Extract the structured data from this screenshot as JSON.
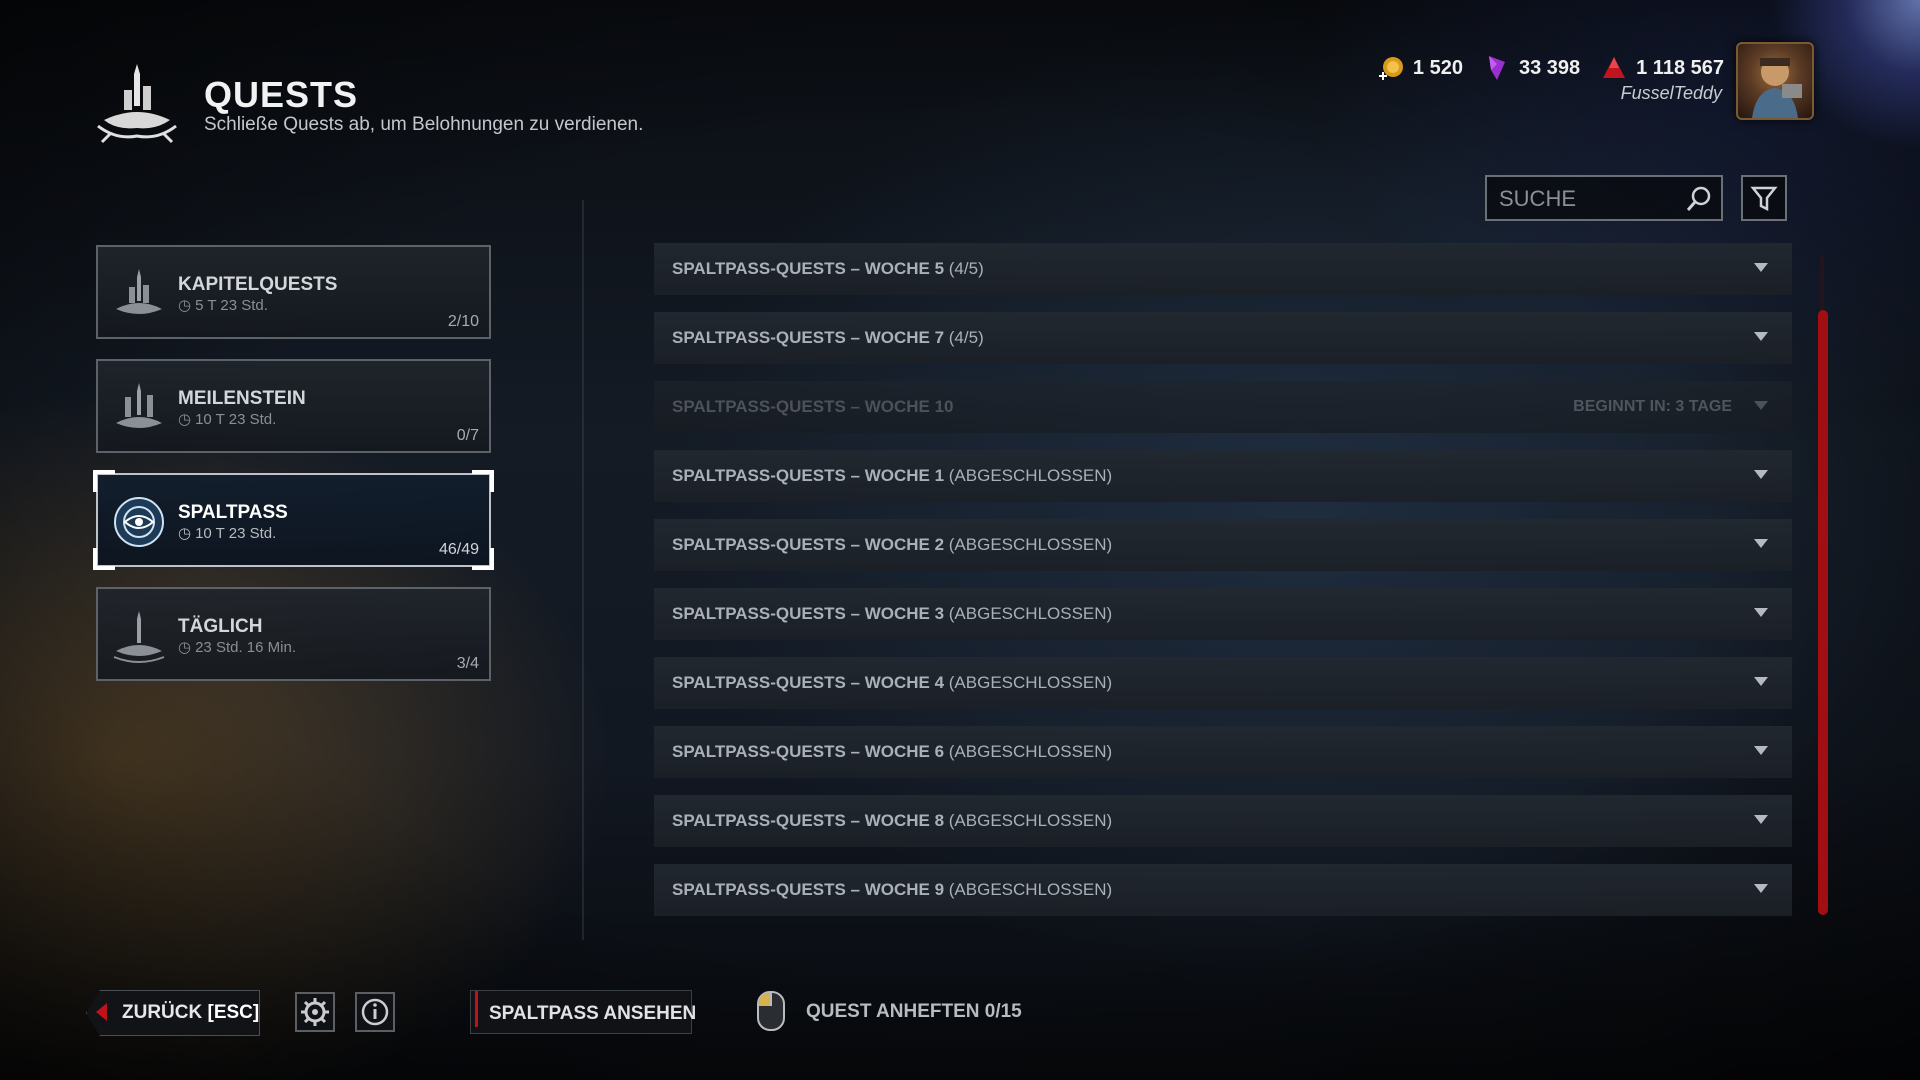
{
  "header": {
    "title": "QUESTS",
    "subtitle": "Schließe Quests ab, um Belohnungen zu verdienen."
  },
  "currencies": {
    "bloodpoints_icon": "gold-coin-icon",
    "bloodpoints": "1 520",
    "shards_icon": "iridescent-shard-icon",
    "shards": "33 398",
    "blood_icon": "blood-drop-icon",
    "blood": "1 118 567"
  },
  "player": {
    "username": "FusselTeddy"
  },
  "search": {
    "placeholder": "SUCHE"
  },
  "categories": [
    {
      "name": "KAPITELQUESTS",
      "time": "5 T 23 Std.",
      "progress": "2/10",
      "active": false
    },
    {
      "name": "MEILENSTEIN",
      "time": "10 T 23 Std.",
      "progress": "0/7",
      "active": false
    },
    {
      "name": "SPALTPASS",
      "time": "10 T 23 Std.",
      "progress": "46/49",
      "active": true
    },
    {
      "name": "TÄGLICH",
      "time": "23 Std. 16 Min.",
      "progress": "3/4",
      "active": false
    }
  ],
  "quest_rows": [
    {
      "title": "SPALTPASS-QUESTS – WOCHE 5",
      "suffix": " (4/5)",
      "status": "",
      "locked": false
    },
    {
      "title": "SPALTPASS-QUESTS – WOCHE 7",
      "suffix": " (4/5)",
      "status": "",
      "locked": false
    },
    {
      "title": "SPALTPASS-QUESTS – WOCHE 10",
      "suffix": "",
      "status": "BEGINNT IN: 3 TAGE",
      "locked": true
    },
    {
      "title": "SPALTPASS-QUESTS – WOCHE 1",
      "suffix": " (ABGESCHLOSSEN)",
      "status": "",
      "locked": false
    },
    {
      "title": "SPALTPASS-QUESTS – WOCHE 2",
      "suffix": " (ABGESCHLOSSEN)",
      "status": "",
      "locked": false
    },
    {
      "title": "SPALTPASS-QUESTS – WOCHE 3",
      "suffix": " (ABGESCHLOSSEN)",
      "status": "",
      "locked": false
    },
    {
      "title": "SPALTPASS-QUESTS – WOCHE 4",
      "suffix": " (ABGESCHLOSSEN)",
      "status": "",
      "locked": false
    },
    {
      "title": "SPALTPASS-QUESTS – WOCHE 6",
      "suffix": " (ABGESCHLOSSEN)",
      "status": "",
      "locked": false
    },
    {
      "title": "SPALTPASS-QUESTS – WOCHE 8",
      "suffix": " (ABGESCHLOSSEN)",
      "status": "",
      "locked": false
    },
    {
      "title": "SPALTPASS-QUESTS – WOCHE 9",
      "suffix": " (ABGESCHLOSSEN)",
      "status": "",
      "locked": false
    }
  ],
  "footer": {
    "back_label": "ZURÜCK ",
    "back_key": "[ESC]",
    "view_pass_label": "SPALTPASS ANSEHEN",
    "pin_label": "QUEST ANHEFTEN 0/15"
  },
  "colors": {
    "accent_red": "#c1121c",
    "scrollbar": "#a10f12"
  }
}
